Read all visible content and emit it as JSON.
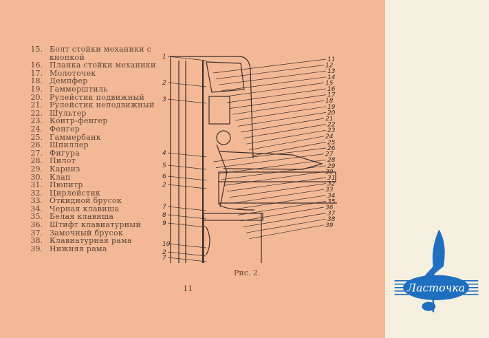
{
  "legend": [
    {
      "n": "15.",
      "t": "Болт стойки механики с кнопкой"
    },
    {
      "n": "16.",
      "t": "Планка стойки механики"
    },
    {
      "n": "17.",
      "t": "Молоточек"
    },
    {
      "n": "18.",
      "t": "Демпфер"
    },
    {
      "n": "19.",
      "t": "Гаммерштиль"
    },
    {
      "n": "20.",
      "t": "Рулейстик подвижный"
    },
    {
      "n": "21.",
      "t": "Рулейстик неподвижный"
    },
    {
      "n": "22.",
      "t": "Шультер"
    },
    {
      "n": "23.",
      "t": "Контр-фенгер"
    },
    {
      "n": "24.",
      "t": "Фенгер"
    },
    {
      "n": "25.",
      "t": "Гаммербанк"
    },
    {
      "n": "26.",
      "t": "Шпиллер"
    },
    {
      "n": "27.",
      "t": "Фигура"
    },
    {
      "n": "28.",
      "t": "Пилот"
    },
    {
      "n": "29.",
      "t": "Карниз"
    },
    {
      "n": "30.",
      "t": "Клап"
    },
    {
      "n": "31.",
      "t": "Пюпитр"
    },
    {
      "n": "32.",
      "t": "Цирлейстик"
    },
    {
      "n": "33.",
      "t": "Откидной брусок"
    },
    {
      "n": "34.",
      "t": "Черная клавиша"
    },
    {
      "n": "35.",
      "t": "Белая клавиша"
    },
    {
      "n": "36.",
      "t": "Штифт клавиатурный"
    },
    {
      "n": "37.",
      "t": "Замочный брусок"
    },
    {
      "n": "38.",
      "t": "Клавиатурная рама"
    },
    {
      "n": "39.",
      "t": "Нижняя рама"
    }
  ],
  "diagram": {
    "left_labels": [
      "1",
      "2",
      "3",
      "4",
      "5",
      "6",
      "2",
      "7",
      "8",
      "9",
      "10",
      "2",
      "7"
    ],
    "right_labels": [
      "11",
      "12",
      "13",
      "14",
      "15",
      "16",
      "17",
      "18",
      "19",
      "20",
      "21",
      "22",
      "23",
      "24",
      "25",
      "26",
      "27",
      "28",
      "29",
      "30",
      "31",
      "32",
      "33",
      "34",
      "35",
      "36",
      "37",
      "38",
      "39"
    ]
  },
  "caption": "Рис. 2.",
  "page_number": "11",
  "logo": {
    "text": "Ласточка",
    "color": "#1e6fc0"
  }
}
